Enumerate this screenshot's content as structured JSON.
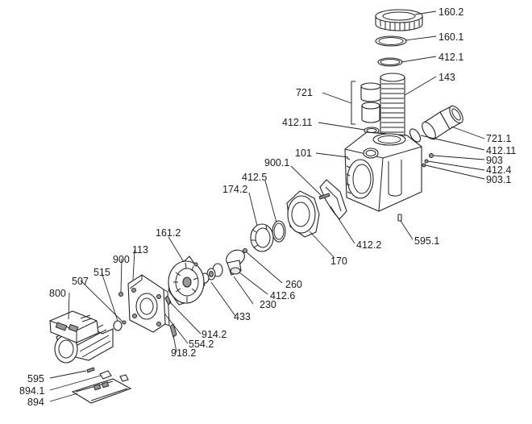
{
  "part_labels": [
    {
      "id": "160.2",
      "text": "160.2"
    },
    {
      "id": "160.1",
      "text": "160.1"
    },
    {
      "id": "412.1",
      "text": "412.1"
    },
    {
      "id": "143",
      "text": "143"
    },
    {
      "id": "721",
      "text": "721"
    },
    {
      "id": "412.11a",
      "text": "412.11"
    },
    {
      "id": "101",
      "text": "101"
    },
    {
      "id": "721.1",
      "text": "721.1"
    },
    {
      "id": "412.11b",
      "text": "412.11"
    },
    {
      "id": "903",
      "text": "903"
    },
    {
      "id": "412.4",
      "text": "412.4"
    },
    {
      "id": "903.1",
      "text": "903.1"
    },
    {
      "id": "900.1",
      "text": "900.1"
    },
    {
      "id": "412.5",
      "text": "412.5"
    },
    {
      "id": "174.2",
      "text": "174.2"
    },
    {
      "id": "412.2",
      "text": "412.2"
    },
    {
      "id": "595.1",
      "text": "595.1"
    },
    {
      "id": "170",
      "text": "170"
    },
    {
      "id": "161.2",
      "text": "161.2"
    },
    {
      "id": "113",
      "text": "113"
    },
    {
      "id": "900",
      "text": "900"
    },
    {
      "id": "515",
      "text": "515"
    },
    {
      "id": "507",
      "text": "507"
    },
    {
      "id": "800",
      "text": "800"
    },
    {
      "id": "260",
      "text": "260"
    },
    {
      "id": "412.6",
      "text": "412.6"
    },
    {
      "id": "230",
      "text": "230"
    },
    {
      "id": "433",
      "text": "433"
    },
    {
      "id": "914.2",
      "text": "914.2"
    },
    {
      "id": "554.2",
      "text": "554.2"
    },
    {
      "id": "918.2",
      "text": "918.2"
    },
    {
      "id": "595",
      "text": "595"
    },
    {
      "id": "894.1",
      "text": "894.1"
    },
    {
      "id": "894",
      "text": "894"
    }
  ]
}
